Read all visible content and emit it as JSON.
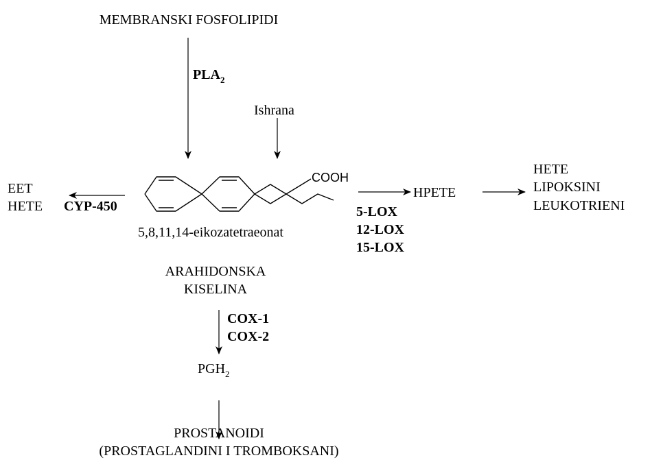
{
  "colors": {
    "ink": "#000000",
    "background": "#ffffff"
  },
  "source": "MEMBRANSKI FOSFOLIPIDI",
  "pla": {
    "main": "PLA",
    "sub": "2"
  },
  "diet": "Ishrana",
  "molecule": {
    "group": "COOH",
    "systematic_name": "5,8,11,14-eikozatetraeonat",
    "name_line1": "ARAHIDONSKA",
    "name_line2": "KISELINA"
  },
  "cyp": {
    "enzyme": "CYP-450",
    "products": [
      "EET",
      "HETE"
    ]
  },
  "lox": {
    "enzymes": [
      "5-LOX",
      "12-LOX",
      "15-LOX"
    ],
    "intermediate": "HPETE",
    "products": [
      "HETE",
      "LIPOKSINI",
      "LEUKOTRIENI"
    ]
  },
  "cox": {
    "enzymes": [
      "COX-1",
      "COX-2"
    ],
    "intermediate": {
      "main": "PGH",
      "sub": "2"
    }
  },
  "final": {
    "line1": "PROSTANOIDI",
    "line2": "(PROSTAGLANDINI I TROMBOKSANI)"
  }
}
